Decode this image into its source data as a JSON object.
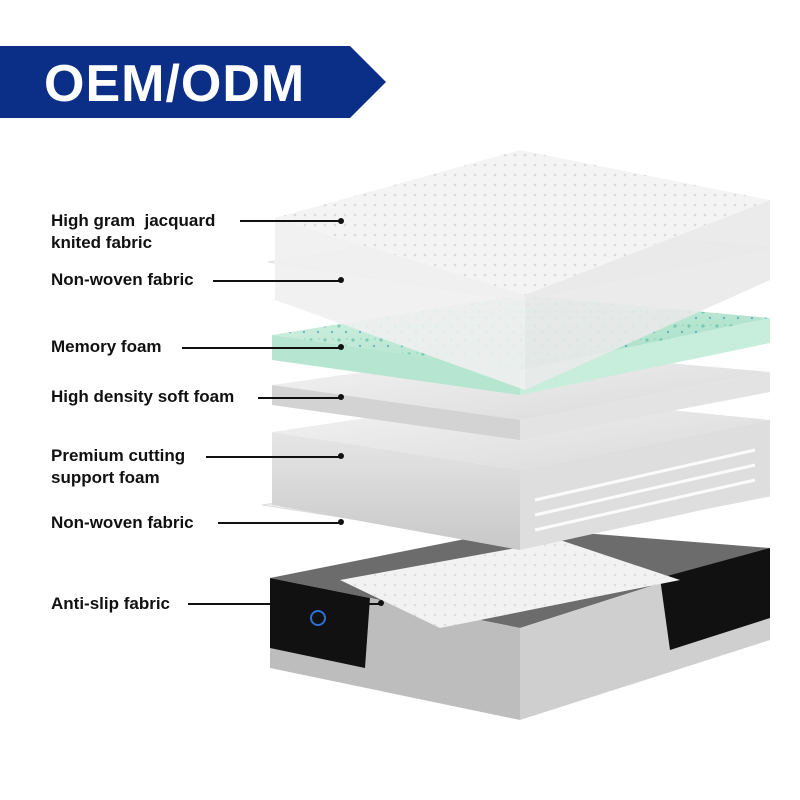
{
  "banner": {
    "text": "OEM/ODM",
    "background_color": "#0b2f86",
    "text_color": "#ffffff"
  },
  "layers": [
    {
      "label": "High gram  jacquard\nknited fabric"
    },
    {
      "label": "Non-woven fabric"
    },
    {
      "label": "Memory foam",
      "accent_color": "#7fd3b0"
    },
    {
      "label": "High density soft foam"
    },
    {
      "label": "Premium cutting\nsupport foam"
    },
    {
      "label": "Non-woven fabric"
    },
    {
      "label": "Anti-slip fabric"
    }
  ],
  "mattress": {
    "brand_logo": "mattress-brand-logo"
  }
}
